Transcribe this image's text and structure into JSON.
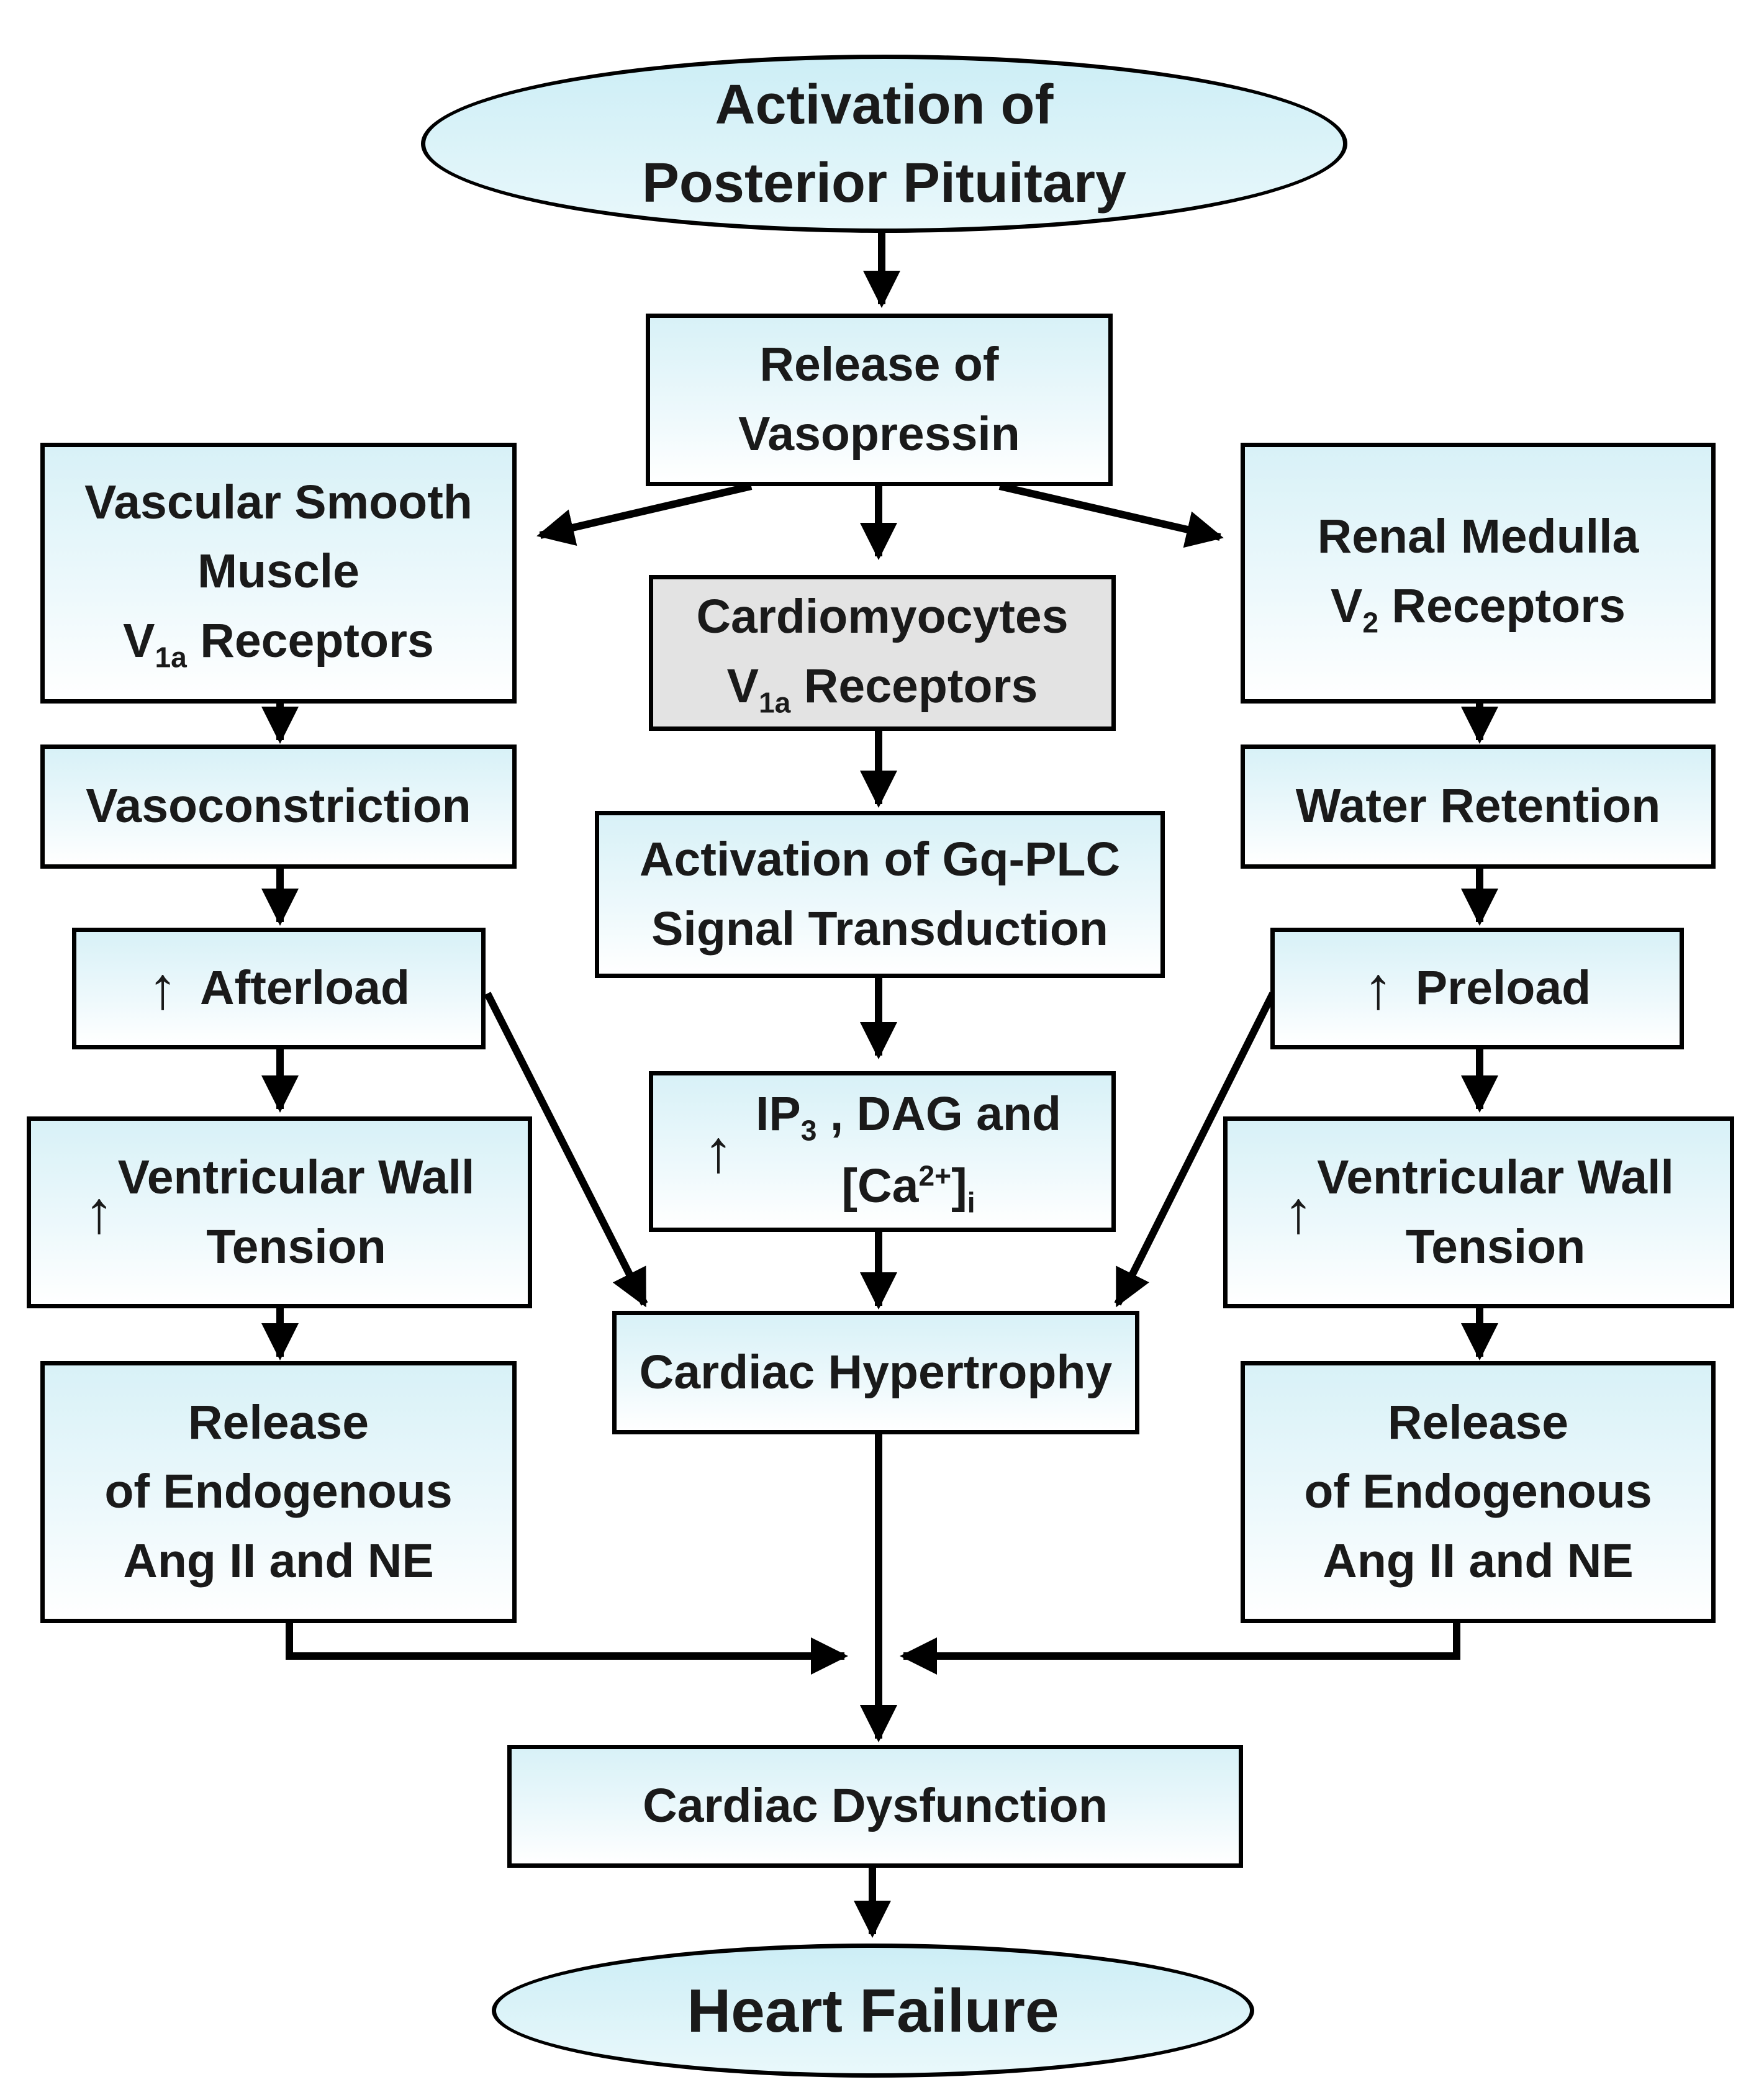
{
  "nodes": {
    "posterior_pituitary": {
      "line1": "Activation of",
      "line2": "Posterior Pituitary"
    },
    "release_vasopressin": {
      "line1": "Release of",
      "line2": "Vasopressin"
    },
    "vascular_smooth_muscle": {
      "line1": "Vascular Smooth",
      "line2": "Muscle",
      "line3_main": "V",
      "line3_sub": "1a",
      "line3_rest": " Receptors"
    },
    "cardiomyocytes": {
      "line1": "Cardiomyocytes",
      "line2_main": "V",
      "line2_sub": "1a",
      "line2_rest": " Receptors"
    },
    "renal_medulla": {
      "line1": "Renal Medulla",
      "line2_main": "V",
      "line2_sub": "2",
      "line2_rest": " Receptors"
    },
    "vasoconstriction": {
      "label": "Vasoconstriction"
    },
    "gq_plc": {
      "line1": "Activation of Gq-PLC",
      "line2": "Signal Transduction"
    },
    "water_retention": {
      "label": "Water Retention"
    },
    "afterload": {
      "arrow": "↑",
      "label": "Afterload"
    },
    "preload": {
      "arrow": "↑",
      "label": "Preload"
    },
    "ip3_dag": {
      "arrow": "↑",
      "line1_a": "IP",
      "line1_sub": "3",
      "line1_b": " , DAG and",
      "line2_a": "[Ca",
      "line2_sup": "2+",
      "line2_b": "]",
      "line2_sub": "i"
    },
    "wall_tension_left": {
      "arrow": "↑",
      "line1": "Ventricular Wall",
      "line2": "Tension"
    },
    "wall_tension_right": {
      "arrow": "↑",
      "line1": "Ventricular Wall",
      "line2": "Tension"
    },
    "cardiac_hypertrophy": {
      "label": "Cardiac Hypertrophy"
    },
    "release_endogenous_left": {
      "line1": "Release",
      "line2": "of Endogenous",
      "line3": "Ang II and NE"
    },
    "release_endogenous_right": {
      "line1": "Release",
      "line2": "of Endogenous",
      "line3": "Ang II and NE"
    },
    "cardiac_dysfunction": {
      "label": "Cardiac Dysfunction"
    },
    "heart_failure": {
      "label": "Heart Failure"
    }
  },
  "colors": {
    "box_fill_top": "#d8f1f7",
    "box_fill_bottom": "#ffffff",
    "grey_box": "#e3e3e3",
    "border": "#000000"
  }
}
